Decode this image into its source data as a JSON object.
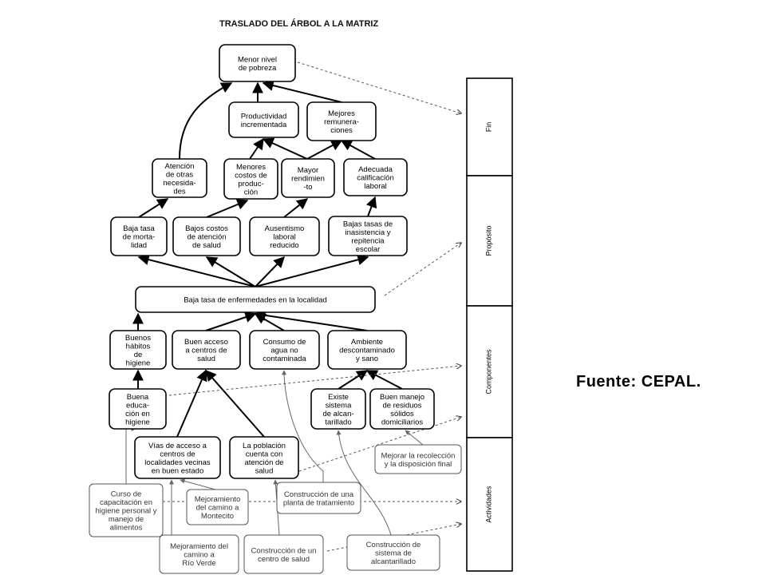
{
  "title": "TRASLADO DEL ÁRBOL A LA MATRIZ",
  "source": "Fuente: CEPAL.",
  "matrix_columns": [
    "Fin",
    "Propósito",
    "Componentes",
    "Actividades"
  ],
  "nodes": {
    "menor_pobreza": [
      "Menor nivel",
      "de pobreza"
    ],
    "productividad": [
      "Productividad",
      "incrementada"
    ],
    "remuneraciones": [
      "Mejores",
      "remunera-",
      "ciones"
    ],
    "atencion_otras": [
      "Atención",
      "de otras",
      "necesida-",
      "des"
    ],
    "menores_costos": [
      "Menores",
      "costos de",
      "produc-",
      "ción"
    ],
    "mayor_rendimiento": [
      "Mayor",
      "rendimien",
      "-to"
    ],
    "adecuada_calificacion": [
      "Adecuada",
      "calificación",
      "laboral"
    ],
    "baja_mortalidad": [
      "Baja tasa",
      "de morta-",
      "lidad"
    ],
    "bajos_costos": [
      "Bajos costos",
      "de atención",
      "de salud"
    ],
    "ausentismo": [
      "Ausentismo",
      "laboral",
      "reducido"
    ],
    "bajas_inasistencia": [
      "Bajas tasas de",
      "inasistencia y",
      "repitencia",
      "escolar"
    ],
    "baja_enfermedades": [
      "Baja tasa de enfermedades en la localidad"
    ],
    "buenos_habitos": [
      "Buenos",
      "hábitos",
      "de",
      "higiene"
    ],
    "buen_acceso": [
      "Buen acceso",
      "a centros de",
      "salud"
    ],
    "consumo_agua": [
      "Consumo de",
      "agua no",
      "contaminada"
    ],
    "ambiente": [
      "Ambiente",
      "descontaminado",
      "y sano"
    ],
    "buena_educacion": [
      "Buena",
      "educa-",
      "ción en",
      "higiene"
    ],
    "existe_alcantarillado": [
      "Existe",
      "sistema",
      "de alcan-",
      "tarillado"
    ],
    "buen_manejo": [
      "Buen manejo",
      "de residuos",
      "sólidos",
      "domiciliarios"
    ],
    "vias_acceso": [
      "Vías de acceso a",
      "centros de",
      "localidades vecinas",
      "en buen estado"
    ],
    "poblacion_atencion": [
      "La población",
      "cuenta con",
      "atención de",
      "salud"
    ],
    "mejorar_recoleccion": [
      "Mejorar la recolección",
      "y la disposición final"
    ],
    "curso_capacitacion": [
      "Curso de",
      "capacitación en",
      "higiene personal y",
      "manejo de",
      "alimentos"
    ],
    "mejoramiento_montecito": [
      "Mejoramiento",
      "del camino a",
      "Montecito"
    ],
    "construccion_planta": [
      "Construcción de una",
      "planta de tratamiento"
    ],
    "mejoramiento_rioverde": [
      "Mejoramiento del",
      "camino a",
      "Río Verde"
    ],
    "construccion_centro": [
      "Construcción de un",
      "centro de salud"
    ],
    "construccion_alcantarillado": [
      "Construcción de",
      "sistema de",
      "alcantarillado"
    ]
  }
}
